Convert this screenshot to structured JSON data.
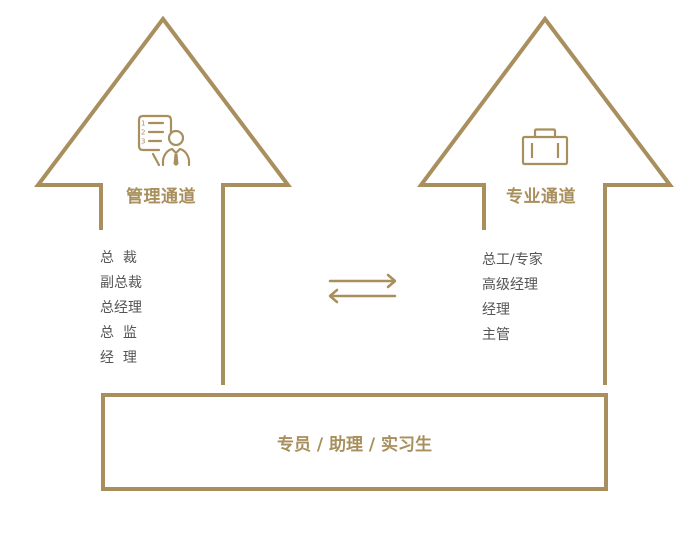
{
  "colors": {
    "accent": "#a88f5d",
    "text": "#555555",
    "background": "#ffffff"
  },
  "management": {
    "title": "管理通道",
    "icon": "presenter-checklist-icon",
    "levels": [
      "总  裁",
      "副总裁",
      "总经理",
      "总  监",
      "经  理"
    ]
  },
  "professional": {
    "title": "专业通道",
    "icon": "briefcase-icon",
    "levels": [
      "总工/专家",
      "高级经理",
      "经理",
      "主管"
    ]
  },
  "exchange": {
    "icon": "bidirectional-arrows-icon"
  },
  "base": {
    "label": "专员 / 助理 / 实习生"
  }
}
